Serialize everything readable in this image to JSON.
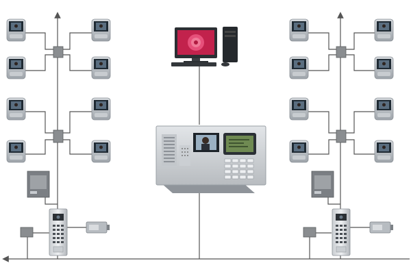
{
  "diagram": {
    "background": "#ffffff",
    "line_color": "#555555",
    "monitor_body_color": "#b9bec4",
    "screen_color": "#1f2a33",
    "distribution_box_color": "#8a8d90",
    "management_console_color": "#d3d6d9",
    "lcd_color": "#6f8a52",
    "photo_color": "#d94a6e",
    "nodes": {
      "computer": {
        "icon": "desktop-computer-icon"
      },
      "management_console": {
        "icon": "management-center-console-icon"
      },
      "left_building": {
        "indoor_monitors": 8,
        "distribution_boxes": 2,
        "door_stations": 1,
        "lock_controllers": 1,
        "power_supply": 1,
        "junction_box": 1
      },
      "right_building": {
        "indoor_monitors": 8,
        "distribution_boxes": 2,
        "door_stations": 1,
        "lock_controllers": 1,
        "power_supply": 1,
        "junction_box": 1
      }
    }
  }
}
